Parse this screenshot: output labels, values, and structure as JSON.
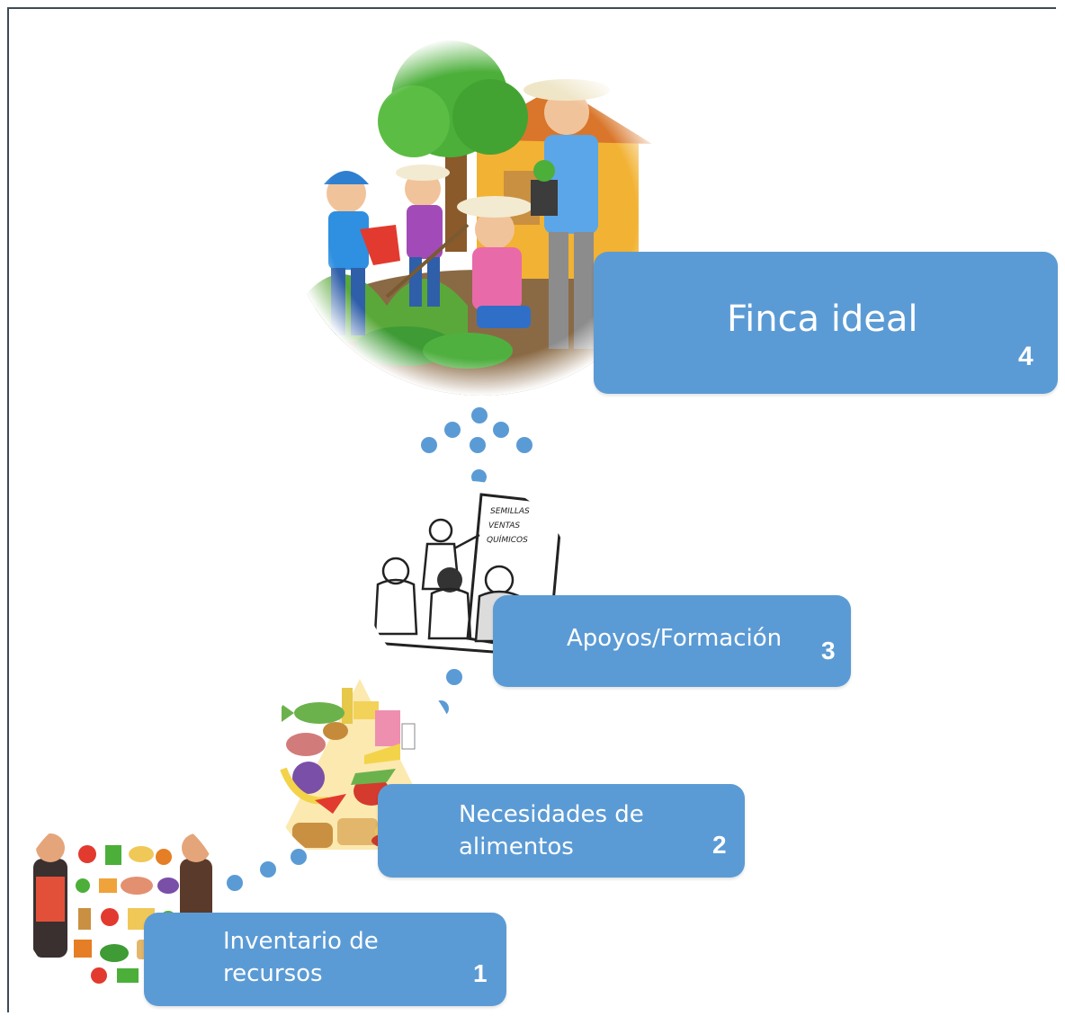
{
  "steps": [
    {
      "label_lines": [
        "Inventario de",
        "recursos"
      ],
      "number": "1"
    },
    {
      "label_lines": [
        "Necesidades de",
        "alimentos"
      ],
      "number": "2"
    },
    {
      "label_lines": [
        "Apoyos/Formación"
      ],
      "number": "3"
    },
    {
      "label_lines": [
        "Finca ideal"
      ],
      "number": "4"
    }
  ],
  "colors": {
    "box": "#5b9bd5",
    "frame": "#3f4a57"
  },
  "icons": [
    "resources-illustration",
    "food-pyramid-illustration",
    "training-illustration",
    "farm-family-illustration"
  ],
  "sign_text": [
    "SEMILLAS",
    "VENTAS",
    "QUÍMICOS"
  ]
}
